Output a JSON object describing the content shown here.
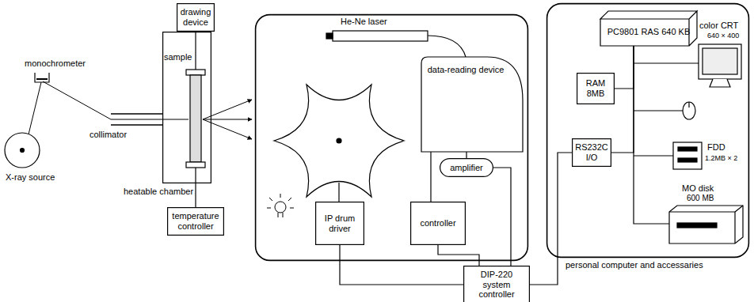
{
  "diagram": {
    "nodes": [
      {
        "text": [
          "drawing device"
        ]
      },
      {
        "text": [
          "sample"
        ]
      },
      {
        "text": [
          "temperature controller"
        ]
      },
      {
        "text": [
          "He-Ne laser"
        ]
      },
      {
        "text": [
          "data-reading device"
        ],
        "in": 3
      },
      {
        "text": [
          "amplifier"
        ],
        "in": 3
      },
      {
        "text": [
          "IP drum driver"
        ],
        "in": 3
      },
      {
        "text": [
          "controller"
        ],
        "in": 3
      },
      {
        "text": [
          "DIP-220 system controller"
        ]
      },
      {
        "text": [
          "personal computer and accessaries"
        ]
      },
      {
        "text": [
          "PC9801 RAS 640 KB"
        ],
        "in": 9
      },
      {
        "text": [
          "RAM 8MB"
        ],
        "in": 9
      },
      {
        "text": [
          "RS232C I/O"
        ],
        "in": 9
      }
    ],
    "edges": [
      {
        "from": 0,
        "to": 1,
        "arrow": "none"
      },
      {
        "from": 1,
        "to": 2,
        "arrow": "none"
      },
      {
        "from": 4,
        "to": 5,
        "arrow": "none"
      },
      {
        "from": 4,
        "to": 7,
        "arrow": "none"
      },
      {
        "from": 5,
        "to": 8,
        "arrow": "none"
      },
      {
        "from": 6,
        "to": 8,
        "arrow": "none"
      },
      {
        "from": 7,
        "to": 8,
        "arrow": "none"
      },
      {
        "from": 8,
        "to": 12,
        "arrow": "none"
      },
      {
        "from": 12,
        "to": 10,
        "arrow": "none"
      },
      {
        "from": 11,
        "to": 10,
        "arrow": "none"
      }
    ],
    "labels": [
      "monochrometer",
      "collimator",
      "X-ray source",
      "heatable chamber",
      "color CRT",
      "640 × 400",
      "FDD",
      "1.2MB × 2",
      "MO disk",
      "600 MB"
    ]
  }
}
